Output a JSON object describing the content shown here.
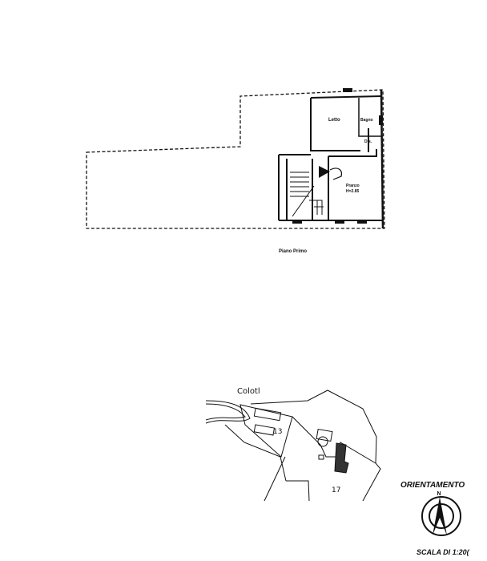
{
  "floor_plan": {
    "title": "Piano Primo",
    "rooms": {
      "letto": "Letto",
      "bagno": "Bagno",
      "dis": "Dis.",
      "pranzo": "Pranzo",
      "height": "H=2.85"
    }
  },
  "site_plan": {
    "place_name": "Colotl",
    "parcels": [
      "13",
      "17"
    ]
  },
  "orientation": {
    "title": "ORIENTAMENTO",
    "north": "N",
    "scale": "SCALA DI 1:20("
  }
}
